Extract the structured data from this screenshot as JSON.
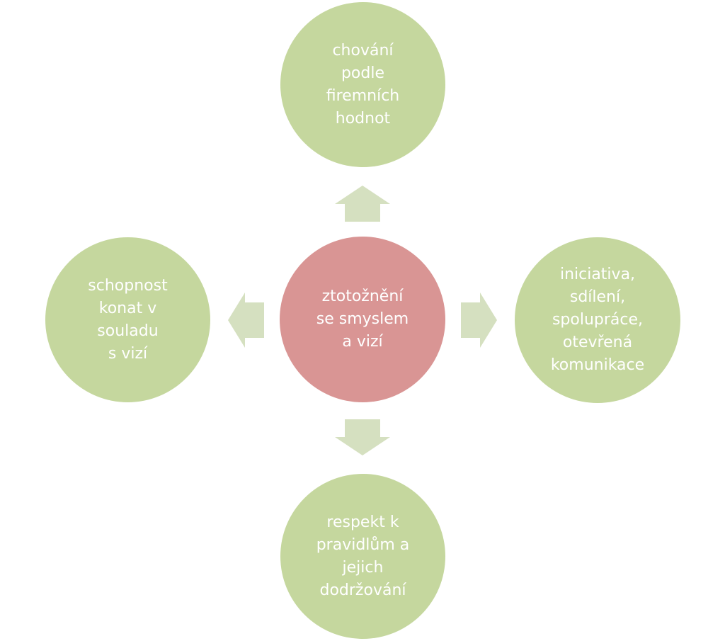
{
  "diagram": {
    "center": {
      "label": "ztotožnění\nse  smyslem\na vizí"
    },
    "nodes": {
      "top": {
        "label": "chování\npodle\nfiremních\nhodnot"
      },
      "right": {
        "label": "iniciativa,\nsdílení,\nspolupráce,\notevřená\nkomunikace"
      },
      "bottom": {
        "label": "respekt k\npravidlům a\njejich\ndodržování"
      },
      "left": {
        "label": "schopnost\nkonat v\nsouladu\ns vizí"
      }
    },
    "colors": {
      "center_fill": "#d99594",
      "node_fill": "#c5d79e",
      "arrow_fill": "#d5e0c0",
      "text": "#ffffff"
    }
  }
}
